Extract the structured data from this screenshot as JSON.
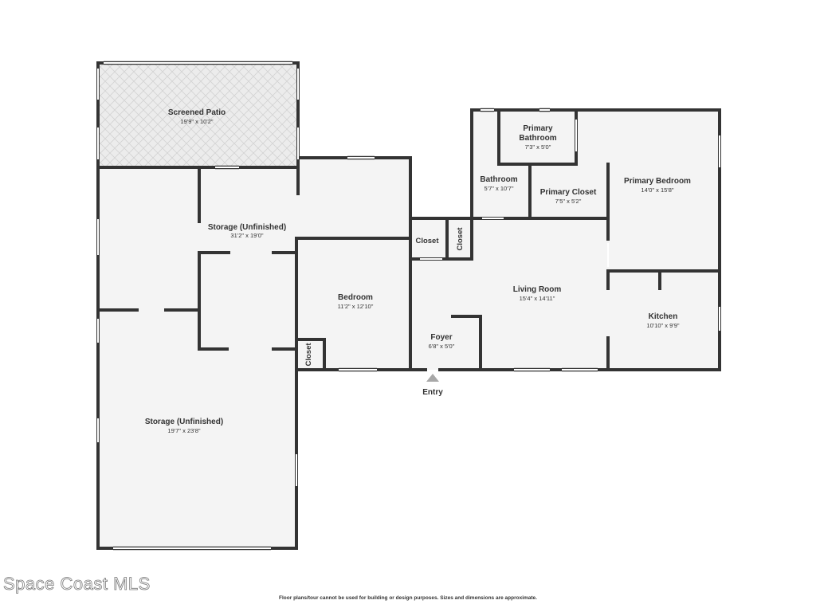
{
  "rooms": {
    "screened_patio": {
      "name": "Screened Patio",
      "dims": "19'9\" x 10'2\""
    },
    "storage_upper": {
      "name": "Storage (Unfinished)",
      "dims": "31'2\" x 19'0\""
    },
    "storage_lower": {
      "name": "Storage (Unfinished)",
      "dims": "19'7\" x 23'8\""
    },
    "bedroom": {
      "name": "Bedroom",
      "dims": "11'2\" x 12'10\""
    },
    "closet_bedroom": {
      "name": "Closet"
    },
    "closet_hall": {
      "name": "Closet"
    },
    "closet_hall_2": {
      "name": "Closet"
    },
    "foyer": {
      "name": "Foyer",
      "dims": "6'8\" x 5'0\""
    },
    "living_room": {
      "name": "Living Room",
      "dims": "15'4\" x 14'11\""
    },
    "kitchen": {
      "name": "Kitchen",
      "dims": "10'10\" x 9'9\""
    },
    "bathroom": {
      "name": "Bathroom",
      "dims": "5'7\" x 10'7\""
    },
    "primary_bathroom": {
      "name_line1": "Primary",
      "name_line2": "Bathroom",
      "dims": "7'3\" x 5'0\""
    },
    "primary_closet": {
      "name": "Primary Closet",
      "dims": "7'5\" x 5'2\""
    },
    "primary_bedroom": {
      "name": "Primary Bedroom",
      "dims": "14'0\" x 15'8\""
    }
  },
  "entry_label": "Entry",
  "watermark": "Space Coast MLS",
  "disclaimer": "Floor plans/tour cannot be used for building or design purposes. Sizes and dimensions are approximate.",
  "colors": {
    "wall": "#333333",
    "floor": "#f4f4f4",
    "patio": "#ececec",
    "window": "#ffffff"
  }
}
